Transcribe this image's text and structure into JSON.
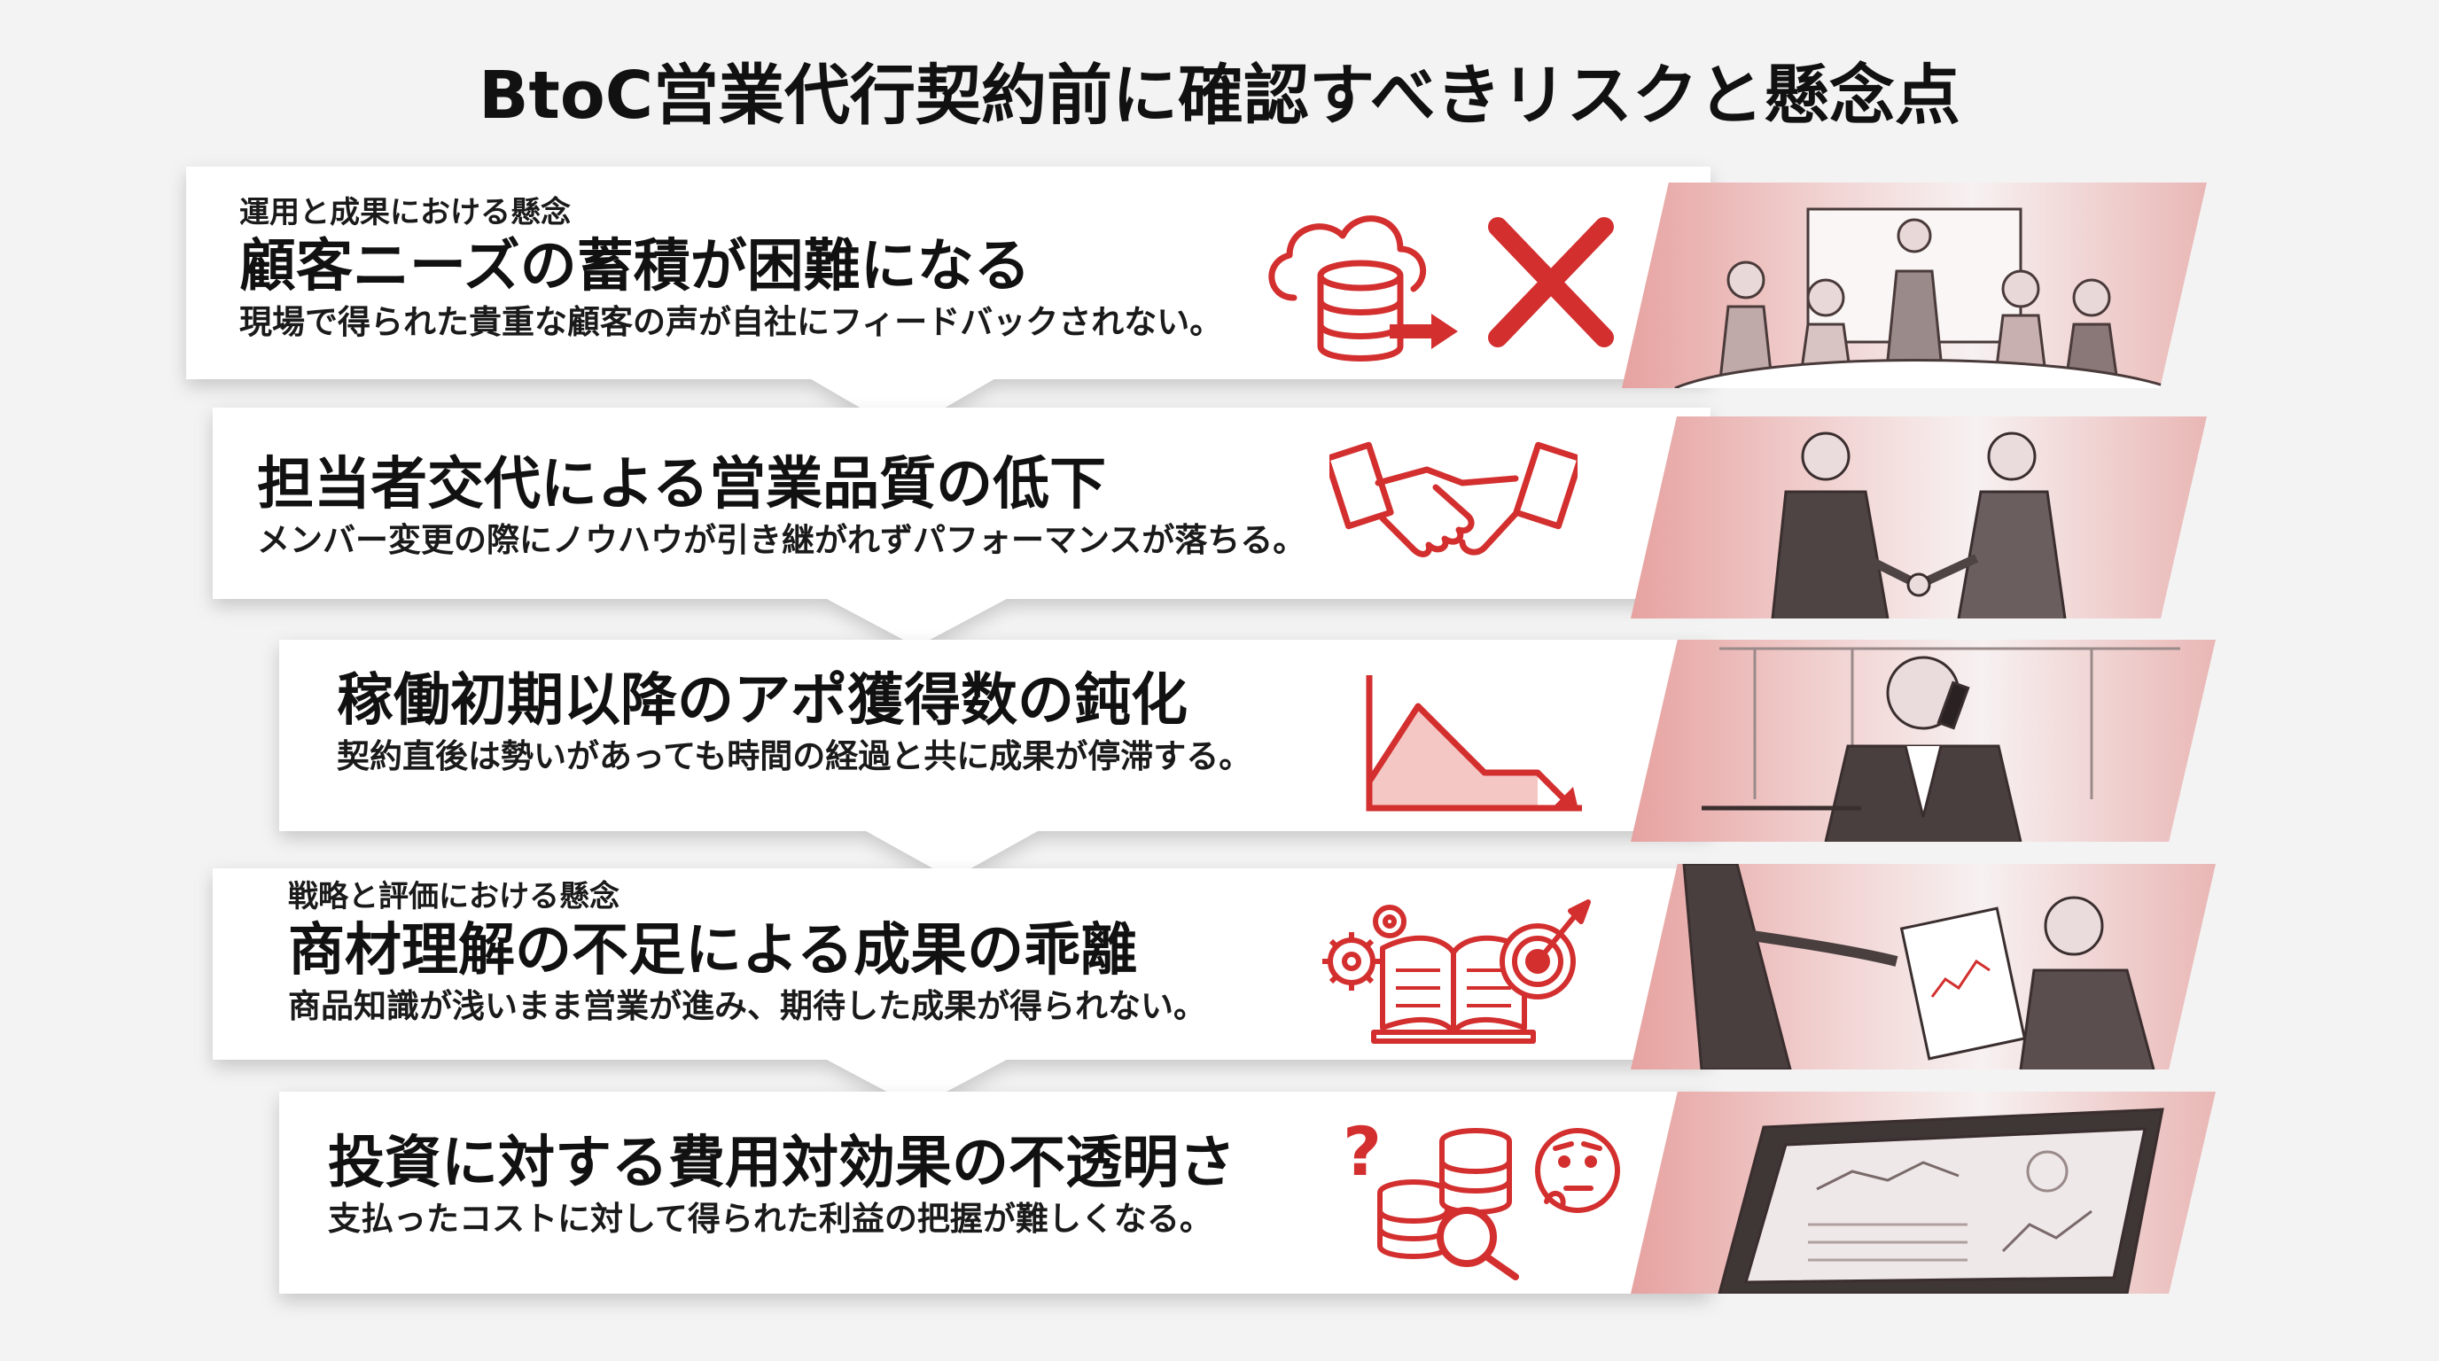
{
  "title": "BtoC営業代行契約前に確認すべきリスクと懸念点",
  "colors": {
    "accent": "#d32f2f",
    "card": "#ffffff",
    "background": "#f3f3f3",
    "text": "#111111"
  },
  "items": [
    {
      "category": "運用と成果における懸念",
      "heading": "顧客ニーズの蓄積が困難になる",
      "description": "現場で得られた貴重な顧客の声が自社にフィードバックされない。",
      "icons": [
        "cloud-database-icon",
        "arrow-right-icon",
        "cross-icon"
      ]
    },
    {
      "category": "",
      "heading": "担当者交代による営業品質の低下",
      "description": "メンバー変更の際にノウハウが引き継がれずパフォーマンスが落ちる。",
      "icons": [
        "handshake-icon"
      ]
    },
    {
      "category": "",
      "heading": "稼働初期以降のアポ獲得数の鈍化",
      "description": "契約直後は勢いがあっても時間の経過と共に成果が停滞する。",
      "icons": [
        "declining-chart-icon"
      ]
    },
    {
      "category": "戦略と評価における懸念",
      "heading": "商材理解の不足による成果の乖離",
      "description": "商品知識が浅いまま営業が進み、期待した成果が得られない。",
      "icons": [
        "gears-icon",
        "open-book-icon",
        "target-icon"
      ]
    },
    {
      "category": "",
      "heading": "投資に対する費用対効果の不透明さ",
      "description": "支払ったコストに対して得られた利益の把握が難しくなる。",
      "icons": [
        "question-mark-icon",
        "coin-stack-icon",
        "magnifier-icon",
        "thinking-face-icon"
      ]
    }
  ]
}
